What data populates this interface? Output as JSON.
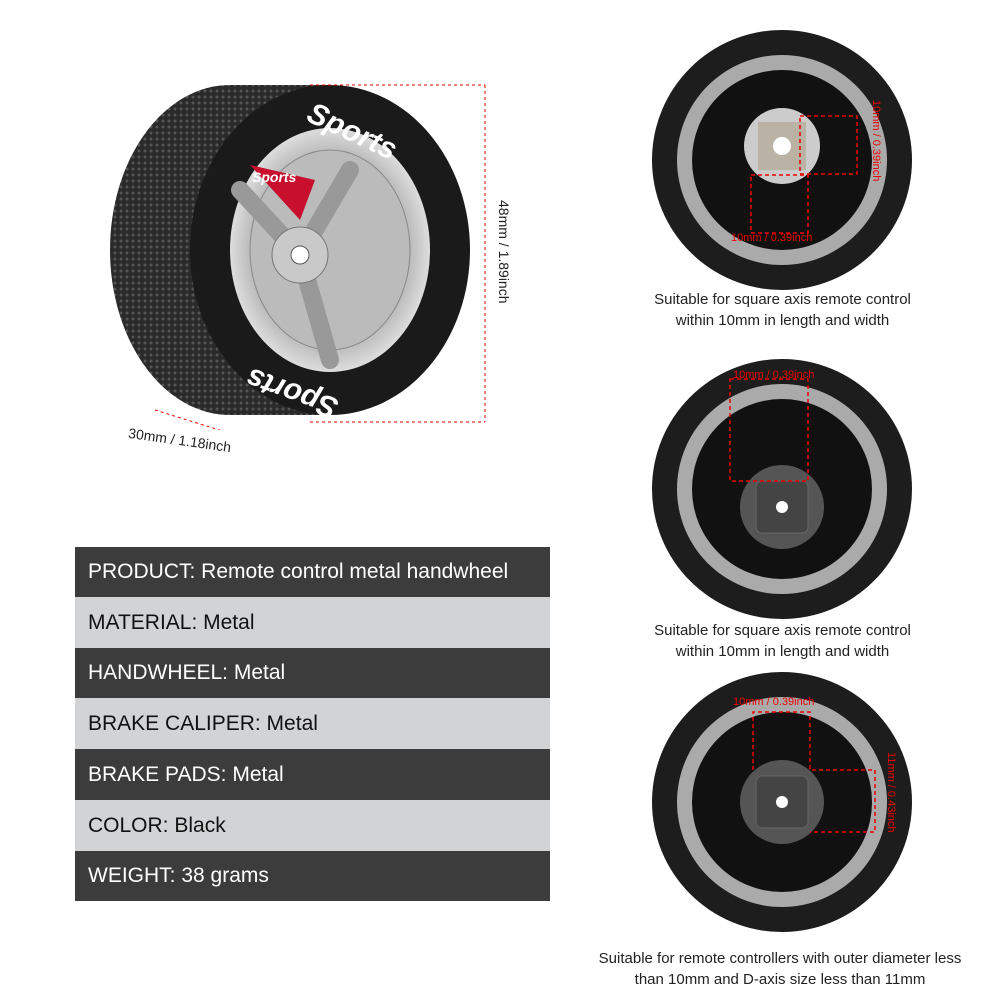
{
  "main_wheel": {
    "tire_text": "Sports",
    "caliper_text": "Sports",
    "height_label": "48mm / 1.89inch",
    "width_label": "30mm / 1.18inch"
  },
  "specs": [
    {
      "label": "PRODUCT: Remote control metal handwheel"
    },
    {
      "label": "MATERIAL: Metal"
    },
    {
      "label": "HANDWHEEL: Metal"
    },
    {
      "label": "BRAKE CALIPER: Metal"
    },
    {
      "label": "BRAKE PADS: Metal"
    },
    {
      "label": "COLOR: Black"
    },
    {
      "label": "WEIGHT: 38 grams"
    }
  ],
  "variants": [
    {
      "dim_h": "10mm / 0.39inch",
      "dim_v": "10mm / 0.39inch",
      "caption_1": "Suitable for square axis remote control",
      "caption_2": "within 10mm in length and width"
    },
    {
      "dim_h": "10mm / 0.39inch",
      "caption_1": "Suitable for square axis remote control",
      "caption_2": "within 10mm in length and width"
    },
    {
      "dim_h": "10mm / 0.39inch",
      "dim_v": "11mm / 0.43inch",
      "caption_1": "Suitable for remote controllers with outer diameter less",
      "caption_2": "than 10mm and D-axis size less than 11mm"
    }
  ],
  "colors": {
    "dimension_line": "#e00000",
    "dark_row": "#3c3c3c",
    "light_row": "#d2d3d5",
    "accent_red": "#c8102e"
  }
}
